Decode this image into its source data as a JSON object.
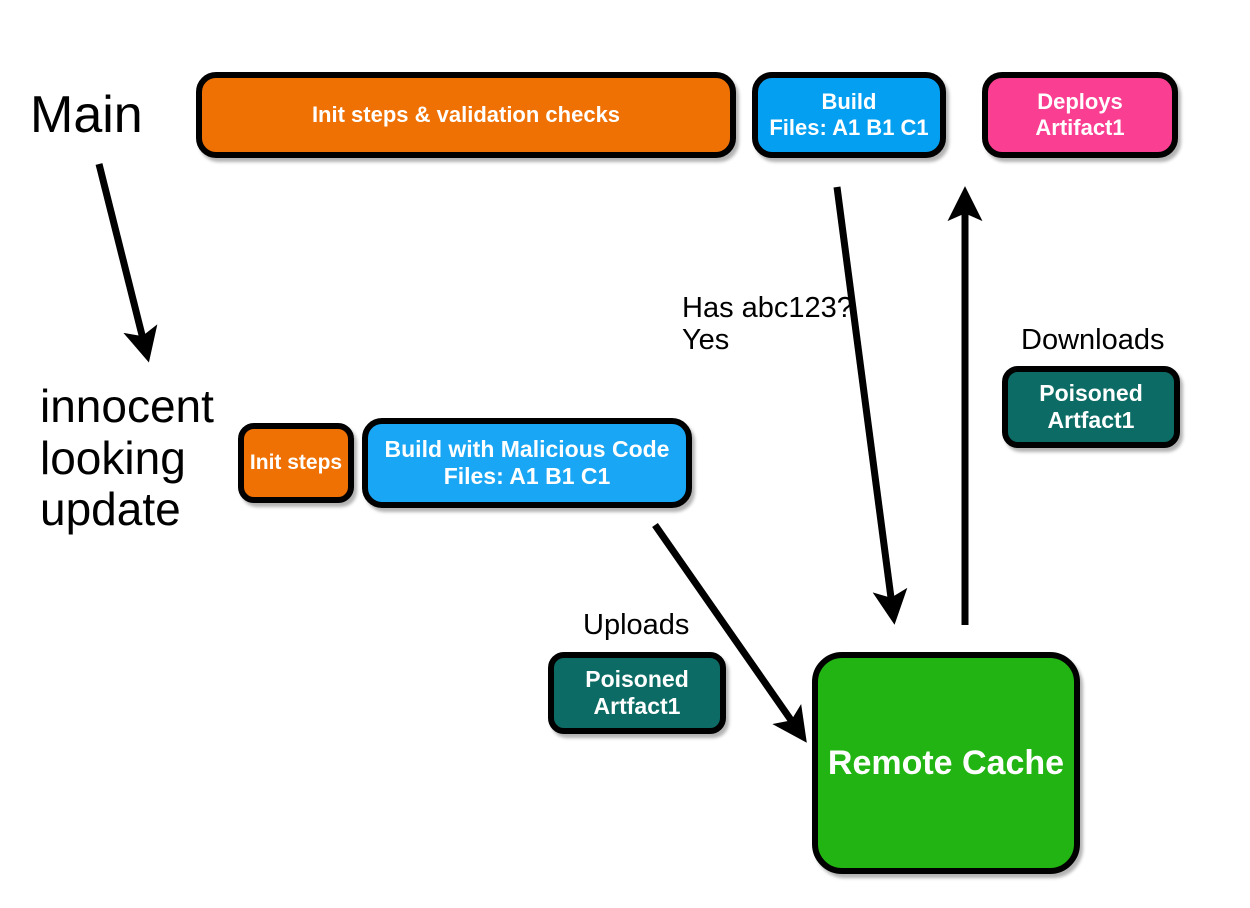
{
  "diagram": {
    "title_labels": {
      "main": "Main",
      "innocent_update": "innocent\nlooking\nupdate",
      "has_abc": "Has abc123?\nYes",
      "uploads": "Uploads",
      "downloads": "Downloads"
    },
    "nodes": [
      {
        "id": "init-validate",
        "label": "Init steps & validation checks",
        "color": "#F07103",
        "row": "main"
      },
      {
        "id": "build-main",
        "label": "Build\nFiles: A1  B1  C1",
        "color": "#049FF0",
        "row": "main"
      },
      {
        "id": "deploys",
        "label": "Deploys\nArtifact1",
        "color": "#FA3E91",
        "row": "main"
      },
      {
        "id": "init-steps",
        "label": "Init steps",
        "color": "#F07103",
        "row": "update"
      },
      {
        "id": "build-malicious",
        "label": "Build with Malicious Code\nFiles: A1  B1  C1",
        "color": "#18A6F5",
        "row": "update"
      },
      {
        "id": "poisoned-upload",
        "label": "Poisoned\nArtfact1",
        "color": "#0C6B64",
        "row": "upload"
      },
      {
        "id": "poisoned-download",
        "label": "Poisoned\nArtfact1",
        "color": "#0C6B64",
        "row": "download"
      },
      {
        "id": "remote-cache",
        "label": "Remote Cache",
        "color": "#22B412",
        "row": "cache"
      }
    ],
    "edges": [
      {
        "id": "main-to-update",
        "label": ""
      },
      {
        "id": "build-to-cache",
        "label": "Has abc123? Yes"
      },
      {
        "id": "cache-to-deploys",
        "label": "Downloads"
      },
      {
        "id": "malicious-to-cache",
        "label": "Uploads"
      }
    ],
    "colors": {
      "orange": "#F07103",
      "blue": "#049FF0",
      "blue_light": "#18A6F5",
      "pink": "#FA3E91",
      "teal": "#0C6B64",
      "green": "#22B412",
      "stroke": "#000000",
      "text_on_fill": "#FFFFFF",
      "background": "#FFFFFF"
    }
  }
}
